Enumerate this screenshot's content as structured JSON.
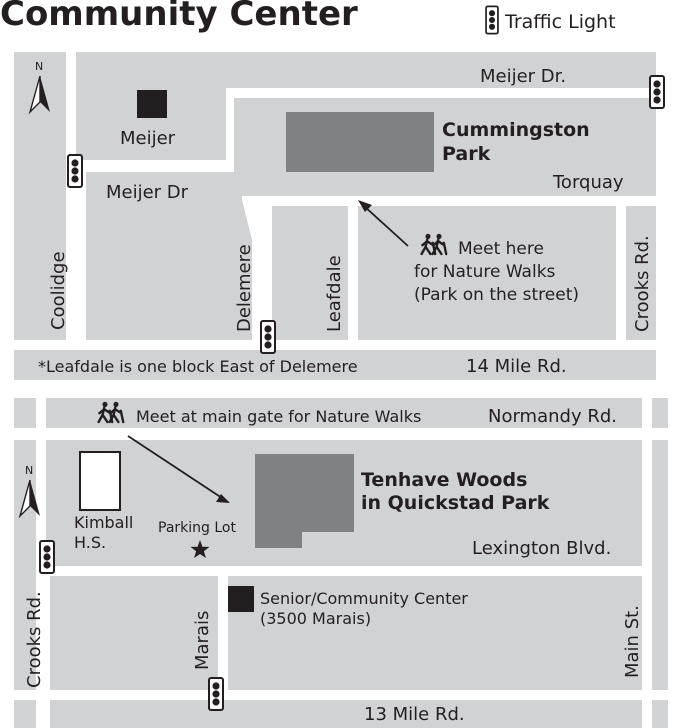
{
  "header": {
    "title": "Community Center",
    "legend_label": "Traffic Light"
  },
  "colors": {
    "block": "#d1d2d4",
    "park": "#808183",
    "building": "#231f20",
    "road": "#ffffff",
    "text": "#231f20"
  },
  "icons": {
    "north": "north-arrow-icon",
    "traffic_light": "traffic-light-icon",
    "hikers": "hikers-icon",
    "parking": "star-icon"
  },
  "map_top": {
    "north_label": "N",
    "streets": {
      "meijer_dr_north": "Meijer Dr.",
      "meijer_dr": "Meijer Dr",
      "torquay": "Torquay",
      "coolidge": "Coolidge",
      "delemere": "Delemere",
      "leafdale": "Leafdale",
      "crooks_rd": "Crooks Rd.",
      "fourteen_mile": "14 Mile Rd."
    },
    "places": {
      "meijer": "Meijer",
      "park_line1": "Cummingston",
      "park_line2": "Park"
    },
    "meet_note": {
      "line1": "Meet here",
      "line2": "for Nature Walks",
      "line3": "(Park on the street)"
    },
    "footnote": "*Leafdale is one block East of Delemere"
  },
  "map_bottom": {
    "north_label": "N",
    "meet_note": "Meet at main gate for Nature Walks",
    "streets": {
      "normandy": "Normandy Rd.",
      "lexington": "Lexington Blvd.",
      "crooks_rd": "Crooks Rd.",
      "marais": "Marais",
      "main_st": "Main St.",
      "thirteen_mile": "13 Mile Rd."
    },
    "places": {
      "woods_line1": "Tenhave Woods",
      "woods_line2": "in Quickstad Park",
      "school_line1": "Kimball",
      "school_line2": "H.S.",
      "parking": "Parking Lot",
      "center_line1": "Senior/Community Center",
      "center_line2": "(3500 Marais)"
    }
  }
}
